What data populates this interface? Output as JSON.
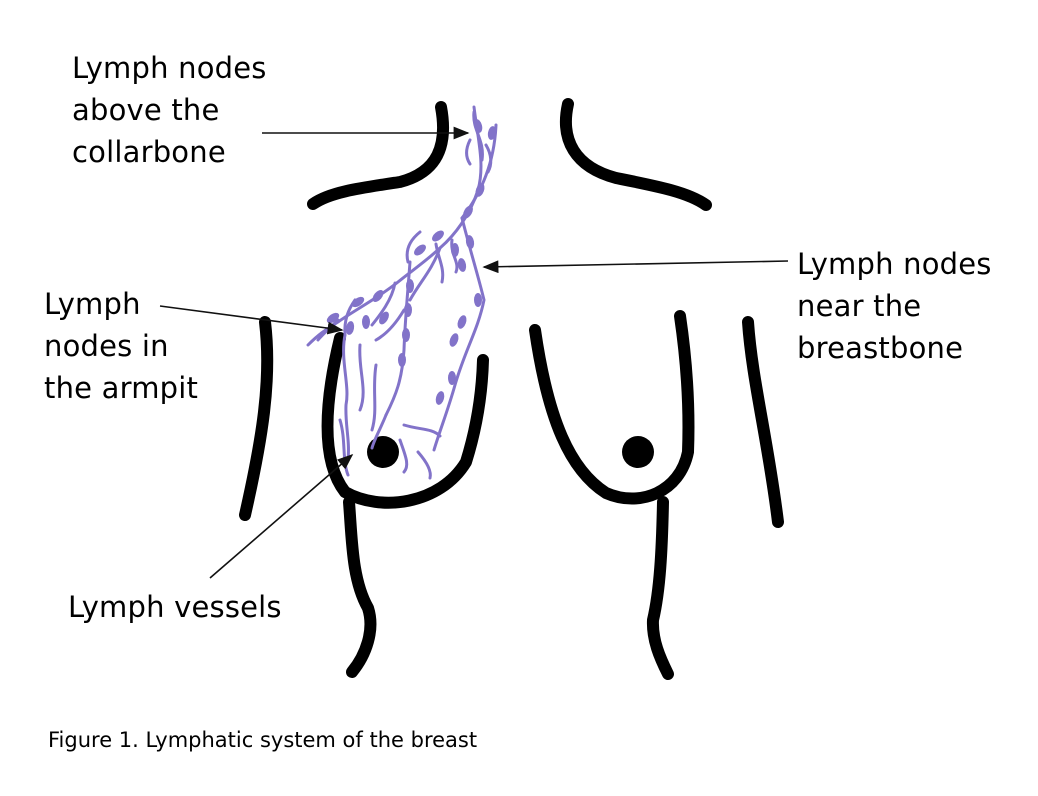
{
  "labels": {
    "collarbone": "Lymph nodes\nabove the\ncollarbone",
    "breastbone": "Lymph nodes\nnear the\nbreastbone",
    "armpit": "Lymph\nnodes in\nthe armpit",
    "vessels": "Lymph vessels"
  },
  "caption": "Figure 1. Lymphatic system of the breast",
  "colors": {
    "outline": "#000000",
    "lymph": "#8273c9",
    "pointer": "#111111"
  }
}
